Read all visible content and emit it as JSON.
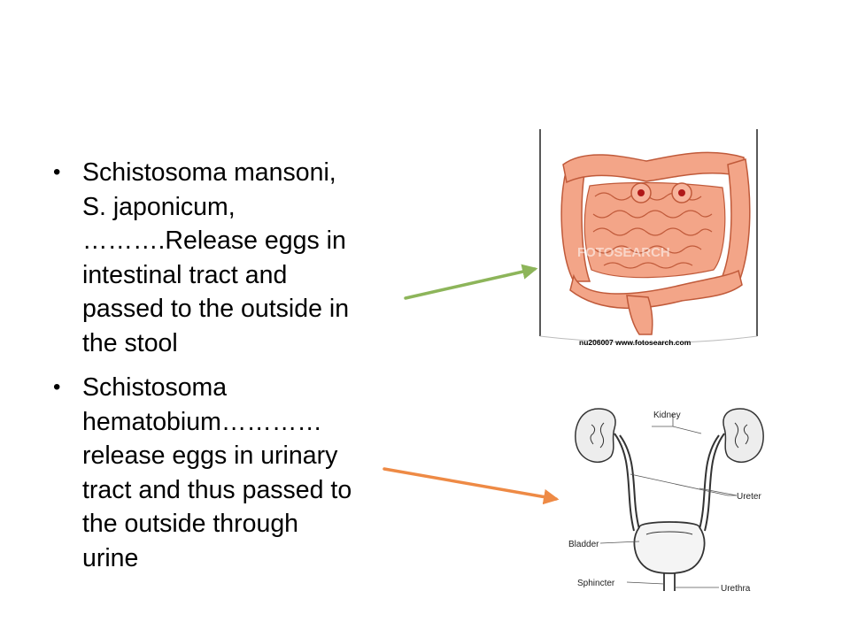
{
  "bullets": [
    {
      "lines": [
        "Schistosoma mansoni,",
        "S. japonicum,",
        "……….Release eggs  in",
        "intestinal tract and",
        "passed to the outside in",
        "the stool"
      ]
    },
    {
      "lines": [
        "Schistosoma",
        "hematobium…………",
        "release eggs in urinary",
        "tract and thus passed to",
        "the outside through",
        "urine"
      ]
    }
  ],
  "intestine_image": {
    "caption": "nu206007  www.fotosearch.com",
    "watermark": "FOTOSEARCH"
  },
  "urinary_image": {
    "labels": {
      "kidney": "Kidney",
      "ureter": "Ureter",
      "bladder": "Bladder",
      "sphincter": "Sphincter",
      "urethra": "Urethra"
    }
  },
  "colors": {
    "arrow_top": "#8db55a",
    "arrow_bottom": "#ee8a45",
    "intestine_fill": "#f3a588",
    "intestine_stroke": "#c05a3a"
  }
}
